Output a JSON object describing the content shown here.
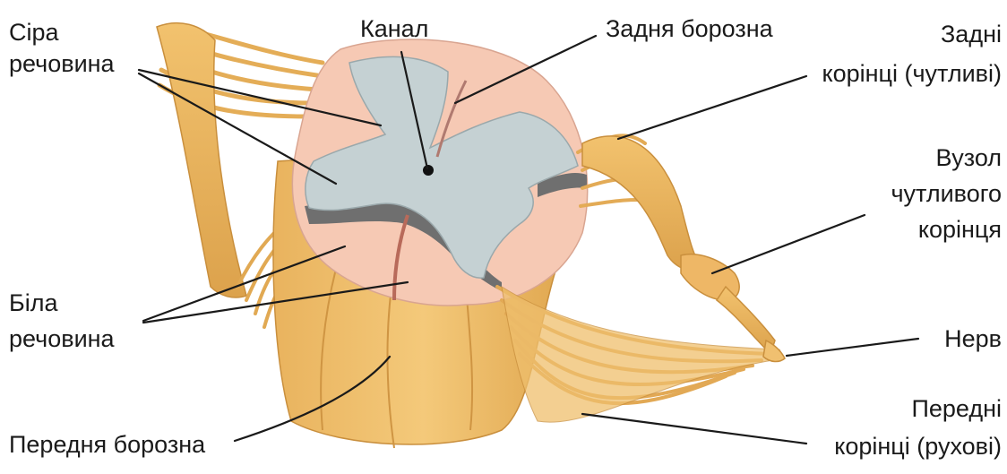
{
  "diagram": {
    "labels": {
      "grey_matter_line1": "Сіра",
      "grey_matter_line2": "речовина",
      "canal": "Канал",
      "posterior_sulcus": "Задня борозна",
      "posterior_roots_line1": "Задні",
      "posterior_roots_line2": "корінці (чутливі)",
      "ganglion_line1": "Вузол",
      "ganglion_line2": "чутливого",
      "ganglion_line3": "корінця",
      "white_matter_line1": "Біла",
      "white_matter_line2": "речовина",
      "nerve": "Нерв",
      "anterior_roots_line1": "Передні",
      "anterior_roots_line2": "корінці (рухові)",
      "anterior_fissure": "Передня борозна"
    },
    "colors": {
      "white_matter": "#f0c070",
      "white_matter_dark": "#d9a24a",
      "cross_section": "#f6c9b4",
      "grey_matter": "#c5d1d3",
      "grey_matter_shadow": "#6f6f6f",
      "roots": "#e8b45c",
      "leader_lines": "#1a1a1a"
    }
  }
}
